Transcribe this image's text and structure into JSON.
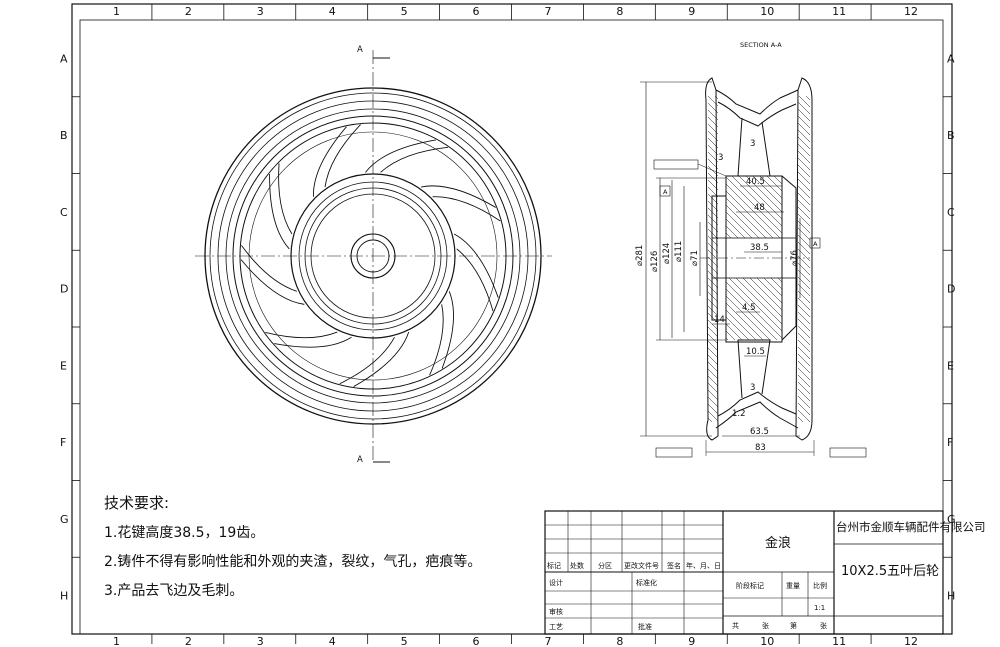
{
  "frame": {
    "columns": [
      "1",
      "2",
      "3",
      "4",
      "5",
      "6",
      "7",
      "8",
      "9",
      "10",
      "11",
      "12"
    ],
    "rows": [
      "A",
      "B",
      "C",
      "D",
      "E",
      "F",
      "G",
      "H"
    ]
  },
  "section_mark": "A",
  "section_title": "SECTION A-A",
  "dimensions": {
    "d_281": "⌀281",
    "d_126": "⌀126",
    "d_124": "⌀124",
    "d_111": "⌀111",
    "d_71": "⌀71",
    "d_76": "⌀76",
    "w_40_5": "40.5",
    "w_48": "48",
    "w_38_5": "38.5",
    "w_4_5": "4.5",
    "w_14": "14",
    "w_10_5": "10.5",
    "w_63_5": "63.5",
    "w_83": "83",
    "r_3": "3",
    "r_1_2": "1.2",
    "datum_a": "A",
    "ref_a": "A"
  },
  "notes": {
    "title": "技术要求:",
    "items": [
      "1.花键高度38.5，19齿。",
      "2.铸件不得有影响性能和外观的夹渣，裂纹，气孔，疤痕等。",
      "3.产品去飞边及毛刺。"
    ]
  },
  "title_block": {
    "company": "台州市金顺车辆配件有限公司",
    "material": "金浪",
    "part_name": "10X2.5五叶后轮",
    "col_mark": "标记",
    "col_count": "处数",
    "col_zone": "分区",
    "col_doc": "更改文件号",
    "col_sign": "签名",
    "col_date": "年、月、日",
    "design": "设计",
    "standardize": "标准化",
    "review": "审核",
    "process": "工艺",
    "approve": "批准",
    "stage_mark": "阶段标记",
    "weight": "重量",
    "scale": "比例",
    "scale_value": "1:1",
    "sheets_total": "共",
    "sheets_unit": "张",
    "sheet_no": "第",
    "sheet_unit": "张"
  }
}
